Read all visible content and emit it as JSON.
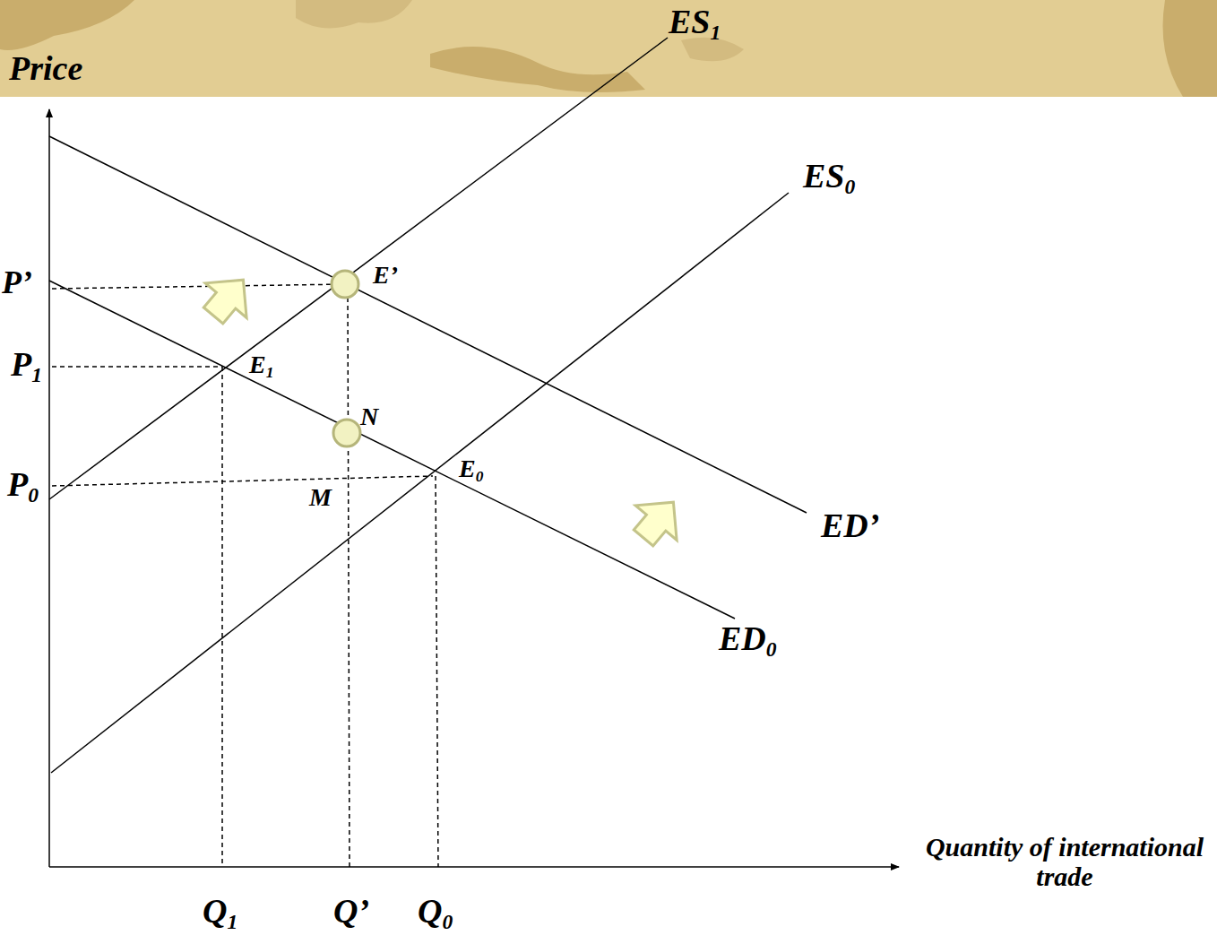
{
  "diagram": {
    "labels": [
      "Price",
      "ES1",
      "ES0",
      "P’",
      "E’",
      "P1",
      "E1",
      "N",
      "P0",
      "M",
      "E0",
      "ED’",
      "ED0",
      "Quantity of international trade",
      "Q1",
      "Q’",
      "Q0"
    ]
  }
}
